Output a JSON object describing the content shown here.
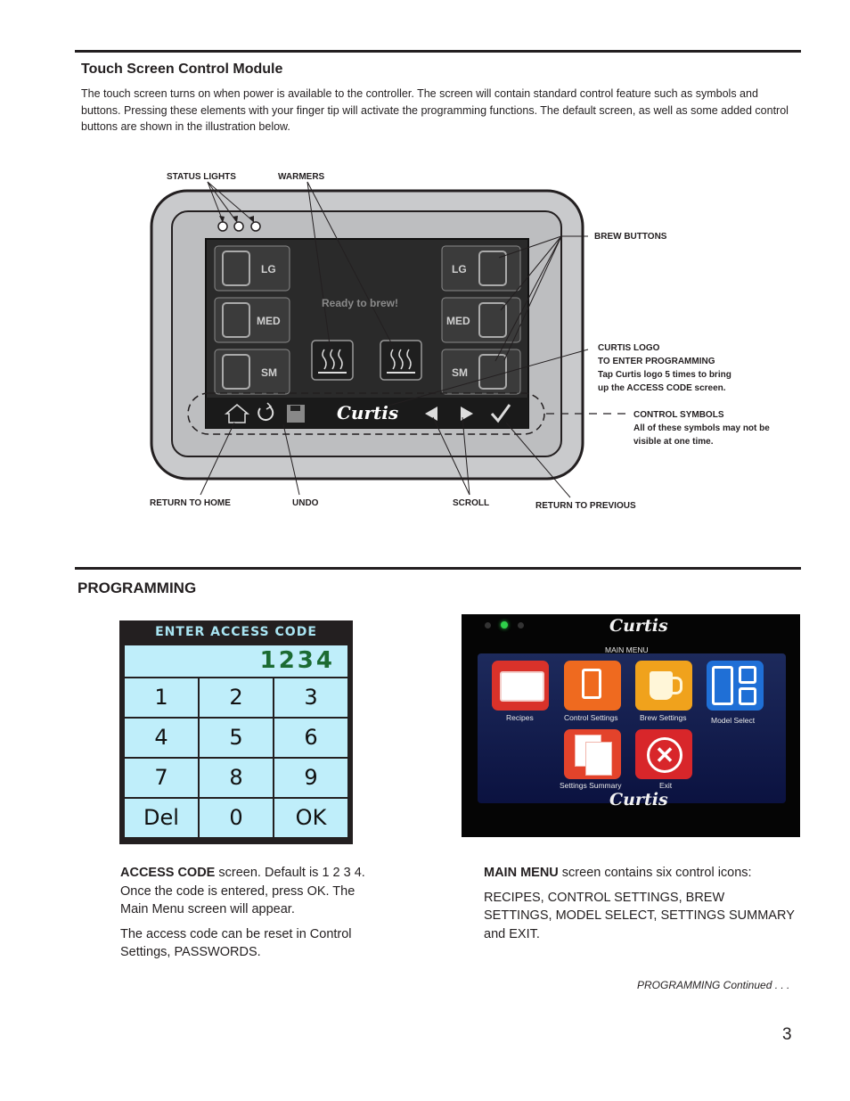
{
  "section1": {
    "heading": "Touch Screen Control Module",
    "paragraph": "The touch screen turns on when power is available to the controller. The screen will contain standard control feature such as symbols and buttons. Pressing these elements with your finger tip will activate the programming functions. The default screen, as well as some added control buttons are shown in the illustration below."
  },
  "diagram": {
    "labels": {
      "status_lights": "STATUS LIGHTS",
      "warmers": "WARMERS",
      "brew_buttons": "BREW BUTTONS",
      "curtis_logo": "CURTIS LOGO",
      "to_enter_programming": "TO ENTER PROGRAMMING",
      "tap_curtis": "Tap Curtis logo 5 times to bring",
      "access_code_screen": "up the ACCESS CODE screen.",
      "control_symbols": "CONTROL SYMBOLS",
      "control_symbols_note1": "All of these symbols may not be",
      "control_symbols_note2": "visible at one time.",
      "return_to_home": "RETURN TO HOME",
      "undo": "UNDO",
      "scroll": "SCROLL",
      "return_to_previous": "RETURN TO PREVIOUS"
    },
    "screen": {
      "ready_text": "Ready to brew!",
      "left_buttons": [
        "LG",
        "MED",
        "SM"
      ],
      "right_buttons": [
        "LG",
        "MED",
        "SM"
      ],
      "logo": "Curtis"
    }
  },
  "section2": {
    "heading": "PROGRAMMING"
  },
  "keypad": {
    "title": "ENTER ACCESS CODE",
    "display": "1234",
    "keys": [
      "1",
      "2",
      "3",
      "4",
      "5",
      "6",
      "7",
      "8",
      "9",
      "Del",
      "0",
      "OK"
    ]
  },
  "main_menu_screen": {
    "logo": "Curtis",
    "title": "MAIN MENU",
    "icons": [
      {
        "label": "Recipes",
        "icon": "recipes-icon",
        "color": "#d9322a"
      },
      {
        "label": "Control Settings",
        "icon": "control-settings-icon",
        "color": "#ef6a1f"
      },
      {
        "label": "Brew Settings",
        "icon": "brew-settings-icon",
        "color": "#f0a21c"
      },
      {
        "label": "Model Select",
        "icon": "model-select-icon",
        "color": "#1f6fd6"
      },
      {
        "label": "Settings Summary",
        "icon": "settings-summary-icon",
        "color": "#e3432b"
      },
      {
        "label": "Exit",
        "icon": "exit-icon",
        "color": "#d8262a"
      }
    ]
  },
  "access_text": {
    "bold": "ACCESS CODE",
    "line1": " screen. Default is 1 2 3 4. Once the code is entered, press OK. The Main Menu screen will appear.",
    "line2": "The access code can be reset in Control Settings, PASSWORDS."
  },
  "main_menu_text": {
    "bold": "MAIN MENU",
    "line1": " screen contains six control icons:",
    "line2": "RECIPES, CONTROL SETTINGS, BREW SETTINGS, MODEL SELECT, SETTINGS SUMMARY and EXIT."
  },
  "continued": "PROGRAMMING Continued . . .",
  "page_number": "3"
}
